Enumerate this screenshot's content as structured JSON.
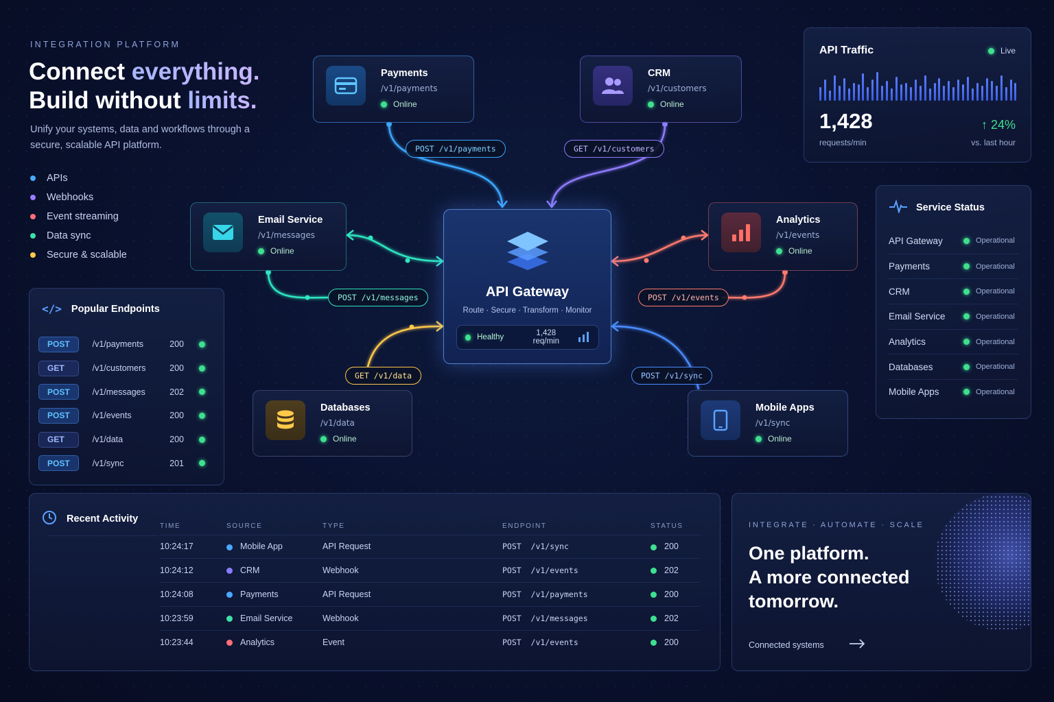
{
  "hero": {
    "eyebrow": "INTEGRATION PLATFORM",
    "line1_a": "Connect ",
    "line1_b": "everything.",
    "line2_a": "Build without ",
    "line2_b": "limits.",
    "subtitle": "Unify your systems, data and workflows through a secure, scalable API platform.",
    "features": [
      {
        "label": "APIs",
        "color": "#4aa8ff"
      },
      {
        "label": "Webhooks",
        "color": "#9a7bff"
      },
      {
        "label": "Event streaming",
        "color": "#ff6e7a"
      },
      {
        "label": "Data sync",
        "color": "#3ee0a8"
      },
      {
        "label": "Secure & scalable",
        "color": "#ffc94a"
      }
    ]
  },
  "nodes": {
    "payments": {
      "title": "Payments",
      "path": "/v1/payments",
      "status": "Online",
      "icon": "credit-card-icon"
    },
    "crm": {
      "title": "CRM",
      "path": "/v1/customers",
      "status": "Online",
      "icon": "users-icon"
    },
    "email": {
      "title": "Email Service",
      "path": "/v1/messages",
      "status": "Online",
      "icon": "mail-icon"
    },
    "analytics": {
      "title": "Analytics",
      "path": "/v1/events",
      "status": "Online",
      "icon": "bar-chart-icon"
    },
    "databases": {
      "title": "Databases",
      "path": "/v1/data",
      "status": "Online",
      "icon": "database-icon"
    },
    "mobile": {
      "title": "Mobile Apps",
      "path": "/v1/sync",
      "status": "Online",
      "icon": "smartphone-icon"
    }
  },
  "routes": {
    "payments": "POST  /v1/payments",
    "crm": "GET  /v1/customers",
    "email": "POST  /v1/messages",
    "analytics": "POST  /v1/events",
    "databases": "GET  /v1/data",
    "mobile": "POST  /v1/sync"
  },
  "gateway": {
    "title": "API Gateway",
    "subtitle": "Route  ·  Secure  ·  Transform  ·  Monitor",
    "status": "Healthy",
    "rate": "1,428 req/min"
  },
  "traffic": {
    "title": "API Traffic",
    "live": "Live",
    "value": "1,428",
    "value_label": "requests/min",
    "change": "24%",
    "change_label": "vs. last hour",
    "bar_levels": [
      0.45,
      0.7,
      0.35,
      0.85,
      0.5,
      0.75,
      0.4,
      0.6,
      0.55,
      0.9,
      0.45,
      0.7,
      0.95,
      0.5,
      0.65,
      0.4,
      0.8,
      0.55,
      0.6,
      0.45,
      0.7,
      0.5,
      0.85,
      0.4,
      0.6,
      0.75,
      0.5,
      0.65,
      0.45,
      0.7,
      0.55,
      0.8,
      0.4,
      0.6,
      0.5,
      0.75,
      0.65,
      0.5,
      0.85,
      0.45,
      0.7,
      0.6
    ]
  },
  "service_status": {
    "title": "Service Status",
    "items": [
      {
        "name": "API Gateway",
        "status": "Operational"
      },
      {
        "name": "Payments",
        "status": "Operational"
      },
      {
        "name": "CRM",
        "status": "Operational"
      },
      {
        "name": "Email Service",
        "status": "Operational"
      },
      {
        "name": "Analytics",
        "status": "Operational"
      },
      {
        "name": "Databases",
        "status": "Operational"
      },
      {
        "name": "Mobile Apps",
        "status": "Operational"
      }
    ]
  },
  "endpoints": {
    "title": "Popular Endpoints",
    "items": [
      {
        "method": "POST",
        "path": "/v1/payments",
        "code": "200"
      },
      {
        "method": "GET",
        "path": "/v1/customers",
        "code": "200"
      },
      {
        "method": "POST",
        "path": "/v1/messages",
        "code": "202"
      },
      {
        "method": "POST",
        "path": "/v1/events",
        "code": "200"
      },
      {
        "method": "GET",
        "path": "/v1/data",
        "code": "200"
      },
      {
        "method": "POST",
        "path": "/v1/sync",
        "code": "201"
      }
    ]
  },
  "activity": {
    "title": "Recent Activity",
    "columns": [
      "TIME",
      "SOURCE",
      "TYPE",
      "ENDPOINT",
      "STATUS"
    ],
    "rows": [
      {
        "time": "10:24:17",
        "source": "Mobile App",
        "source_color": "#4aa8ff",
        "type": "API Request",
        "endpoint": "POST  /v1/sync",
        "status": "200"
      },
      {
        "time": "10:24:12",
        "source": "CRM",
        "source_color": "#8a7bff",
        "type": "Webhook",
        "endpoint": "POST  /v1/events",
        "status": "202"
      },
      {
        "time": "10:24:08",
        "source": "Payments",
        "source_color": "#4aa8ff",
        "type": "API Request",
        "endpoint": "POST  /v1/payments",
        "status": "200"
      },
      {
        "time": "10:23:59",
        "source": "Email Service",
        "source_color": "#3ee0a8",
        "type": "Webhook",
        "endpoint": "POST  /v1/messages",
        "status": "202"
      },
      {
        "time": "10:23:44",
        "source": "Analytics",
        "source_color": "#ff6e7a",
        "type": "Event",
        "endpoint": "POST  /v1/events",
        "status": "200"
      }
    ]
  },
  "promo": {
    "eyebrow": "INTEGRATE  ·  AUTOMATE  ·  SCALE",
    "line1": "One platform.",
    "line2": "A more connected tomorrow.",
    "link": "Connected systems"
  }
}
